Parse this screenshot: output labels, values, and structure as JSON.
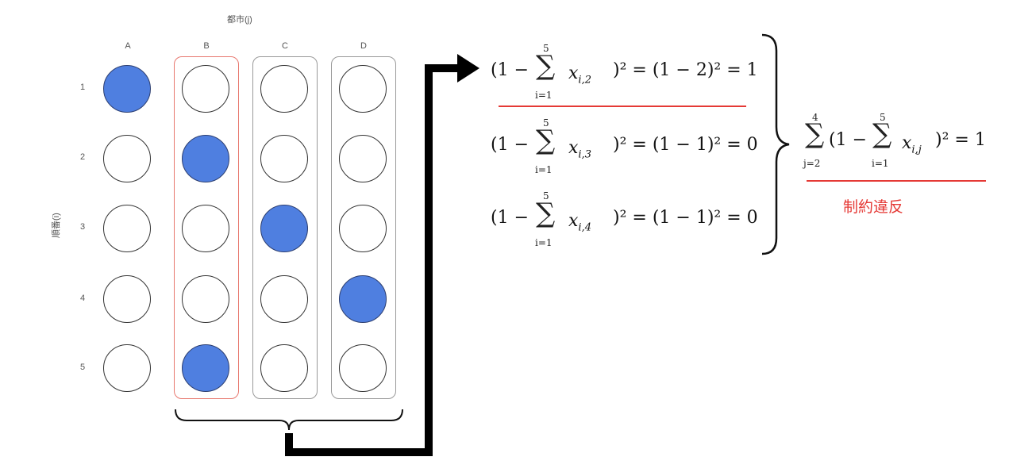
{
  "axis": {
    "x_title": "都市(j)",
    "y_title": "順番(i)"
  },
  "columns": [
    "A",
    "B",
    "C",
    "D"
  ],
  "rows": [
    "1",
    "2",
    "3",
    "4",
    "5"
  ],
  "grid": {
    "filled": [
      [
        true,
        false,
        false,
        false
      ],
      [
        false,
        true,
        false,
        false
      ],
      [
        false,
        false,
        true,
        false
      ],
      [
        false,
        false,
        false,
        true
      ],
      [
        false,
        true,
        false,
        false
      ]
    ],
    "highlighted_columns": {
      "B": "violation",
      "C": "normal",
      "D": "normal"
    }
  },
  "equations": {
    "eq1": {
      "lhs_open": "(1 − ",
      "sum_upper": "5",
      "sum_lower": "i=1",
      "term": "x",
      "sub": "i,2",
      "rhs": ")² = (1 − 2)² = 1",
      "underlined": true
    },
    "eq2": {
      "lhs_open": "(1 − ",
      "sum_upper": "5",
      "sum_lower": "i=1",
      "term": "x",
      "sub": "i,3",
      "rhs": ")² = (1 − 1)² = 0",
      "underlined": false
    },
    "eq3": {
      "lhs_open": "(1 − ",
      "sum_upper": "5",
      "sum_lower": "i=1",
      "term": "x",
      "sub": "i,4",
      "rhs": ")² = (1 − 1)² = 0",
      "underlined": false
    },
    "total": {
      "outer_upper": "4",
      "outer_lower": "j=2",
      "open": "(1 − ",
      "inner_upper": "5",
      "inner_lower": "i=1",
      "term": "x",
      "sub": "i,j",
      "rhs": ")² = 1"
    }
  },
  "violation_label": "制約違反",
  "colors": {
    "filled": "#4f7fe0",
    "violation": "#e53935",
    "box": "#999999"
  }
}
